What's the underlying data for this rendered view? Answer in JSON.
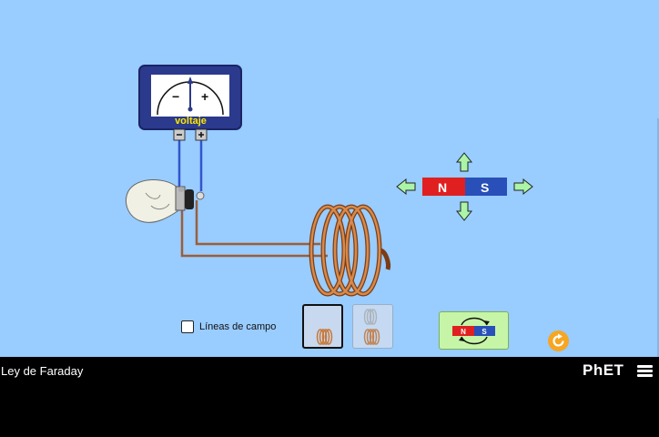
{
  "sim": {
    "meter_label": "voltaje",
    "meter_minus": "−",
    "meter_plus": "+",
    "magnet_n": "N",
    "magnet_s": "S",
    "field_lines_label": "Líneas de campo",
    "field_lines_checked": false,
    "flip_magnet_n": "N",
    "flip_magnet_s": "S"
  },
  "navbar": {
    "title": "Ley de Faraday",
    "logo_text": "PhET"
  },
  "colors": {
    "background": "#99ccff",
    "meter_body": "#2b3a8c",
    "magnet_north": "#e02020",
    "magnet_south": "#2850b8",
    "arrow_fill": "#aaf5a6",
    "coil_copper": "#c87838",
    "wire": "#9a5f3a",
    "lead_wire": "#3355cc",
    "reset": "#f5a623",
    "flip_button": "#c6f5a8"
  }
}
